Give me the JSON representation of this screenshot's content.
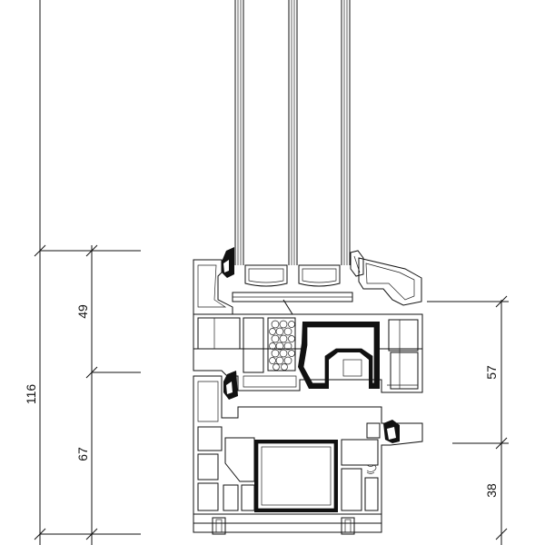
{
  "dimensions": {
    "total": "116",
    "upper_left": "49",
    "lower_left": "67",
    "upper_right": "57",
    "lower_right": "38"
  },
  "colors": {
    "line": "#111111",
    "background": "#ffffff"
  }
}
